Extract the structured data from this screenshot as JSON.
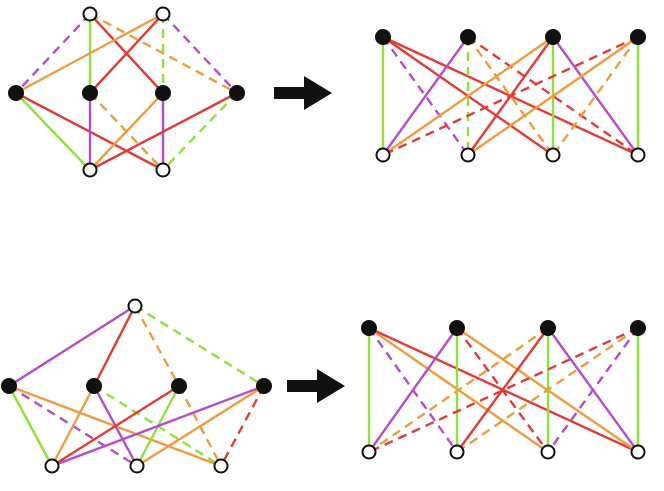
{
  "colors": {
    "green": "#8ee03a",
    "red": "#e23b35",
    "orange": "#ef9b3f",
    "purple": "#b64cc9",
    "node_black": "#111111",
    "node_white": "#ffffff",
    "arrow": "#111111"
  },
  "diagrams": [
    {
      "id": "top-left-graph",
      "nodes": [
        {
          "id": "w1",
          "kind": "white"
        },
        {
          "id": "w2",
          "kind": "white"
        },
        {
          "id": "b1",
          "kind": "black"
        },
        {
          "id": "b2",
          "kind": "black"
        },
        {
          "id": "b3",
          "kind": "black"
        },
        {
          "id": "b4",
          "kind": "black"
        },
        {
          "id": "w3",
          "kind": "white"
        },
        {
          "id": "w4",
          "kind": "white"
        }
      ],
      "edges": [
        {
          "from": "w1",
          "to": "b1",
          "color": "purple",
          "style": "dashed"
        },
        {
          "from": "w1",
          "to": "b2",
          "color": "green",
          "style": "solid"
        },
        {
          "from": "w1",
          "to": "b3",
          "color": "red",
          "style": "solid"
        },
        {
          "from": "w1",
          "to": "b4",
          "color": "orange",
          "style": "dashed"
        },
        {
          "from": "w2",
          "to": "b1",
          "color": "orange",
          "style": "solid"
        },
        {
          "from": "w2",
          "to": "b2",
          "color": "red",
          "style": "solid"
        },
        {
          "from": "w2",
          "to": "b3",
          "color": "green",
          "style": "dashed"
        },
        {
          "from": "w2",
          "to": "b4",
          "color": "purple",
          "style": "dashed"
        },
        {
          "from": "b1",
          "to": "w3",
          "color": "green",
          "style": "solid"
        },
        {
          "from": "b1",
          "to": "w4",
          "color": "red",
          "style": "solid"
        },
        {
          "from": "b2",
          "to": "w3",
          "color": "purple",
          "style": "solid"
        },
        {
          "from": "b2",
          "to": "w4",
          "color": "orange",
          "style": "dashed"
        },
        {
          "from": "b3",
          "to": "w3",
          "color": "orange",
          "style": "solid"
        },
        {
          "from": "b3",
          "to": "w4",
          "color": "purple",
          "style": "solid"
        },
        {
          "from": "b4",
          "to": "w3",
          "color": "red",
          "style": "solid"
        },
        {
          "from": "b4",
          "to": "w4",
          "color": "green",
          "style": "dashed"
        }
      ]
    },
    {
      "id": "top-right-bipartite",
      "nodes": [
        {
          "id": "t1",
          "kind": "black"
        },
        {
          "id": "t2",
          "kind": "black"
        },
        {
          "id": "t3",
          "kind": "black"
        },
        {
          "id": "t4",
          "kind": "black"
        },
        {
          "id": "u1",
          "kind": "white"
        },
        {
          "id": "u2",
          "kind": "white"
        },
        {
          "id": "u3",
          "kind": "white"
        },
        {
          "id": "u4",
          "kind": "white"
        }
      ],
      "edges": [
        {
          "from": "t1",
          "to": "u1",
          "color": "green",
          "style": "solid"
        },
        {
          "from": "t1",
          "to": "u2",
          "color": "purple",
          "style": "dashed"
        },
        {
          "from": "t1",
          "to": "u3",
          "color": "red",
          "style": "solid"
        },
        {
          "from": "t1",
          "to": "u4",
          "color": "red",
          "style": "solid"
        },
        {
          "from": "t2",
          "to": "u1",
          "color": "purple",
          "style": "solid"
        },
        {
          "from": "t2",
          "to": "u2",
          "color": "green",
          "style": "dashed"
        },
        {
          "from": "t2",
          "to": "u3",
          "color": "orange",
          "style": "dashed"
        },
        {
          "from": "t2",
          "to": "u4",
          "color": "red",
          "style": "dashed"
        },
        {
          "from": "t3",
          "to": "u1",
          "color": "orange",
          "style": "solid"
        },
        {
          "from": "t3",
          "to": "u2",
          "color": "red",
          "style": "solid"
        },
        {
          "from": "t3",
          "to": "u3",
          "color": "green",
          "style": "solid"
        },
        {
          "from": "t3",
          "to": "u4",
          "color": "purple",
          "style": "solid"
        },
        {
          "from": "t4",
          "to": "u1",
          "color": "red",
          "style": "dashed"
        },
        {
          "from": "t4",
          "to": "u2",
          "color": "orange",
          "style": "solid"
        },
        {
          "from": "t4",
          "to": "u3",
          "color": "orange",
          "style": "dashed"
        },
        {
          "from": "t4",
          "to": "u4",
          "color": "green",
          "style": "solid"
        }
      ]
    },
    {
      "id": "bottom-left-graph",
      "nodes": [
        {
          "id": "w1",
          "kind": "white"
        },
        {
          "id": "b1",
          "kind": "black"
        },
        {
          "id": "b2",
          "kind": "black"
        },
        {
          "id": "b3",
          "kind": "black"
        },
        {
          "id": "b4",
          "kind": "black"
        },
        {
          "id": "w2",
          "kind": "white"
        },
        {
          "id": "w3",
          "kind": "white"
        },
        {
          "id": "w4",
          "kind": "white"
        }
      ],
      "edges": [
        {
          "from": "w1",
          "to": "b1",
          "color": "purple",
          "style": "solid"
        },
        {
          "from": "w1",
          "to": "b2",
          "color": "red",
          "style": "solid"
        },
        {
          "from": "w1",
          "to": "b3",
          "color": "orange",
          "style": "dashed"
        },
        {
          "from": "w1",
          "to": "b4",
          "color": "green",
          "style": "dashed"
        },
        {
          "from": "b1",
          "to": "w2",
          "color": "green",
          "style": "solid"
        },
        {
          "from": "b1",
          "to": "w3",
          "color": "purple",
          "style": "dashed"
        },
        {
          "from": "b1",
          "to": "w4",
          "color": "orange",
          "style": "solid"
        },
        {
          "from": "b2",
          "to": "w2",
          "color": "orange",
          "style": "solid"
        },
        {
          "from": "b2",
          "to": "w3",
          "color": "purple",
          "style": "solid"
        },
        {
          "from": "b2",
          "to": "w4",
          "color": "green",
          "style": "dashed"
        },
        {
          "from": "b3",
          "to": "w2",
          "color": "red",
          "style": "solid"
        },
        {
          "from": "b3",
          "to": "w3",
          "color": "green",
          "style": "solid"
        },
        {
          "from": "b3",
          "to": "w4",
          "color": "orange",
          "style": "dashed"
        },
        {
          "from": "b4",
          "to": "w2",
          "color": "purple",
          "style": "solid"
        },
        {
          "from": "b4",
          "to": "w3",
          "color": "orange",
          "style": "solid"
        },
        {
          "from": "b4",
          "to": "w4",
          "color": "red",
          "style": "dashed"
        }
      ]
    },
    {
      "id": "bottom-right-bipartite",
      "nodes": [
        {
          "id": "t1",
          "kind": "black"
        },
        {
          "id": "t2",
          "kind": "black"
        },
        {
          "id": "t3",
          "kind": "black"
        },
        {
          "id": "t4",
          "kind": "black"
        },
        {
          "id": "u1",
          "kind": "white"
        },
        {
          "id": "u2",
          "kind": "white"
        },
        {
          "id": "u3",
          "kind": "white"
        },
        {
          "id": "u4",
          "kind": "white"
        }
      ],
      "edges": [
        {
          "from": "t1",
          "to": "u1",
          "color": "green",
          "style": "solid"
        },
        {
          "from": "t1",
          "to": "u2",
          "color": "purple",
          "style": "dashed"
        },
        {
          "from": "t1",
          "to": "u3",
          "color": "orange",
          "style": "solid"
        },
        {
          "from": "t1",
          "to": "u4",
          "color": "red",
          "style": "solid"
        },
        {
          "from": "t2",
          "to": "u1",
          "color": "purple",
          "style": "solid"
        },
        {
          "from": "t2",
          "to": "u2",
          "color": "green",
          "style": "solid"
        },
        {
          "from": "t2",
          "to": "u3",
          "color": "red",
          "style": "dashed"
        },
        {
          "from": "t2",
          "to": "u4",
          "color": "orange",
          "style": "solid"
        },
        {
          "from": "t3",
          "to": "u1",
          "color": "orange",
          "style": "dashed"
        },
        {
          "from": "t3",
          "to": "u2",
          "color": "red",
          "style": "solid"
        },
        {
          "from": "t3",
          "to": "u3",
          "color": "green",
          "style": "solid"
        },
        {
          "from": "t3",
          "to": "u4",
          "color": "purple",
          "style": "solid"
        },
        {
          "from": "t4",
          "to": "u1",
          "color": "red",
          "style": "dashed"
        },
        {
          "from": "t4",
          "to": "u2",
          "color": "orange",
          "style": "dashed"
        },
        {
          "from": "t4",
          "to": "u3",
          "color": "purple",
          "style": "dashed"
        },
        {
          "from": "t4",
          "to": "u4",
          "color": "green",
          "style": "solid"
        }
      ]
    }
  ],
  "arrows": [
    {
      "id": "arrow-top",
      "icon": "right-arrow-icon"
    },
    {
      "id": "arrow-bottom",
      "icon": "right-arrow-icon"
    }
  ]
}
